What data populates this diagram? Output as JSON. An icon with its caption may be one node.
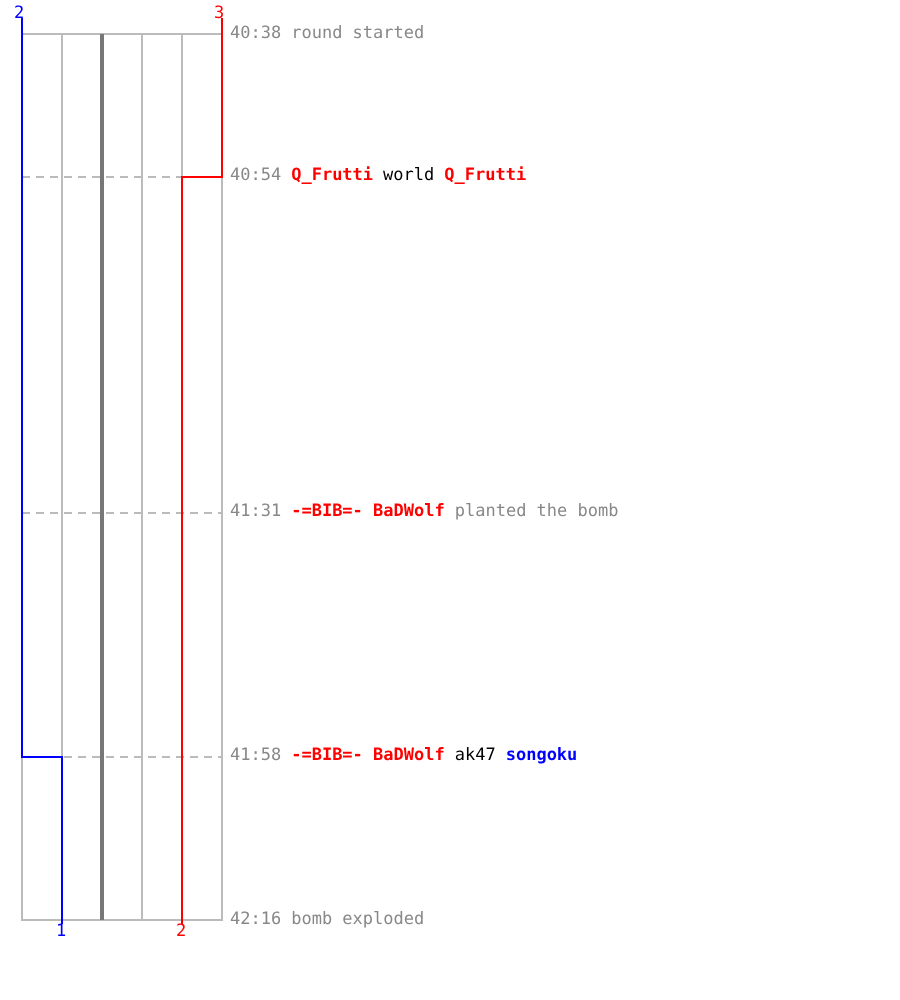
{
  "diagram": {
    "labels": [
      "2",
      "3",
      "40:38",
      "round started",
      "40:54",
      "Q_Frutti",
      "world",
      "Q_Frutti",
      "41:31",
      "-=BIB=- BaDWolf",
      "planted the bomb",
      "41:58",
      "-=BIB=- BaDWolf",
      "ak47",
      "songoku",
      "1",
      "2",
      "42:16",
      "bomb exploded"
    ]
  }
}
